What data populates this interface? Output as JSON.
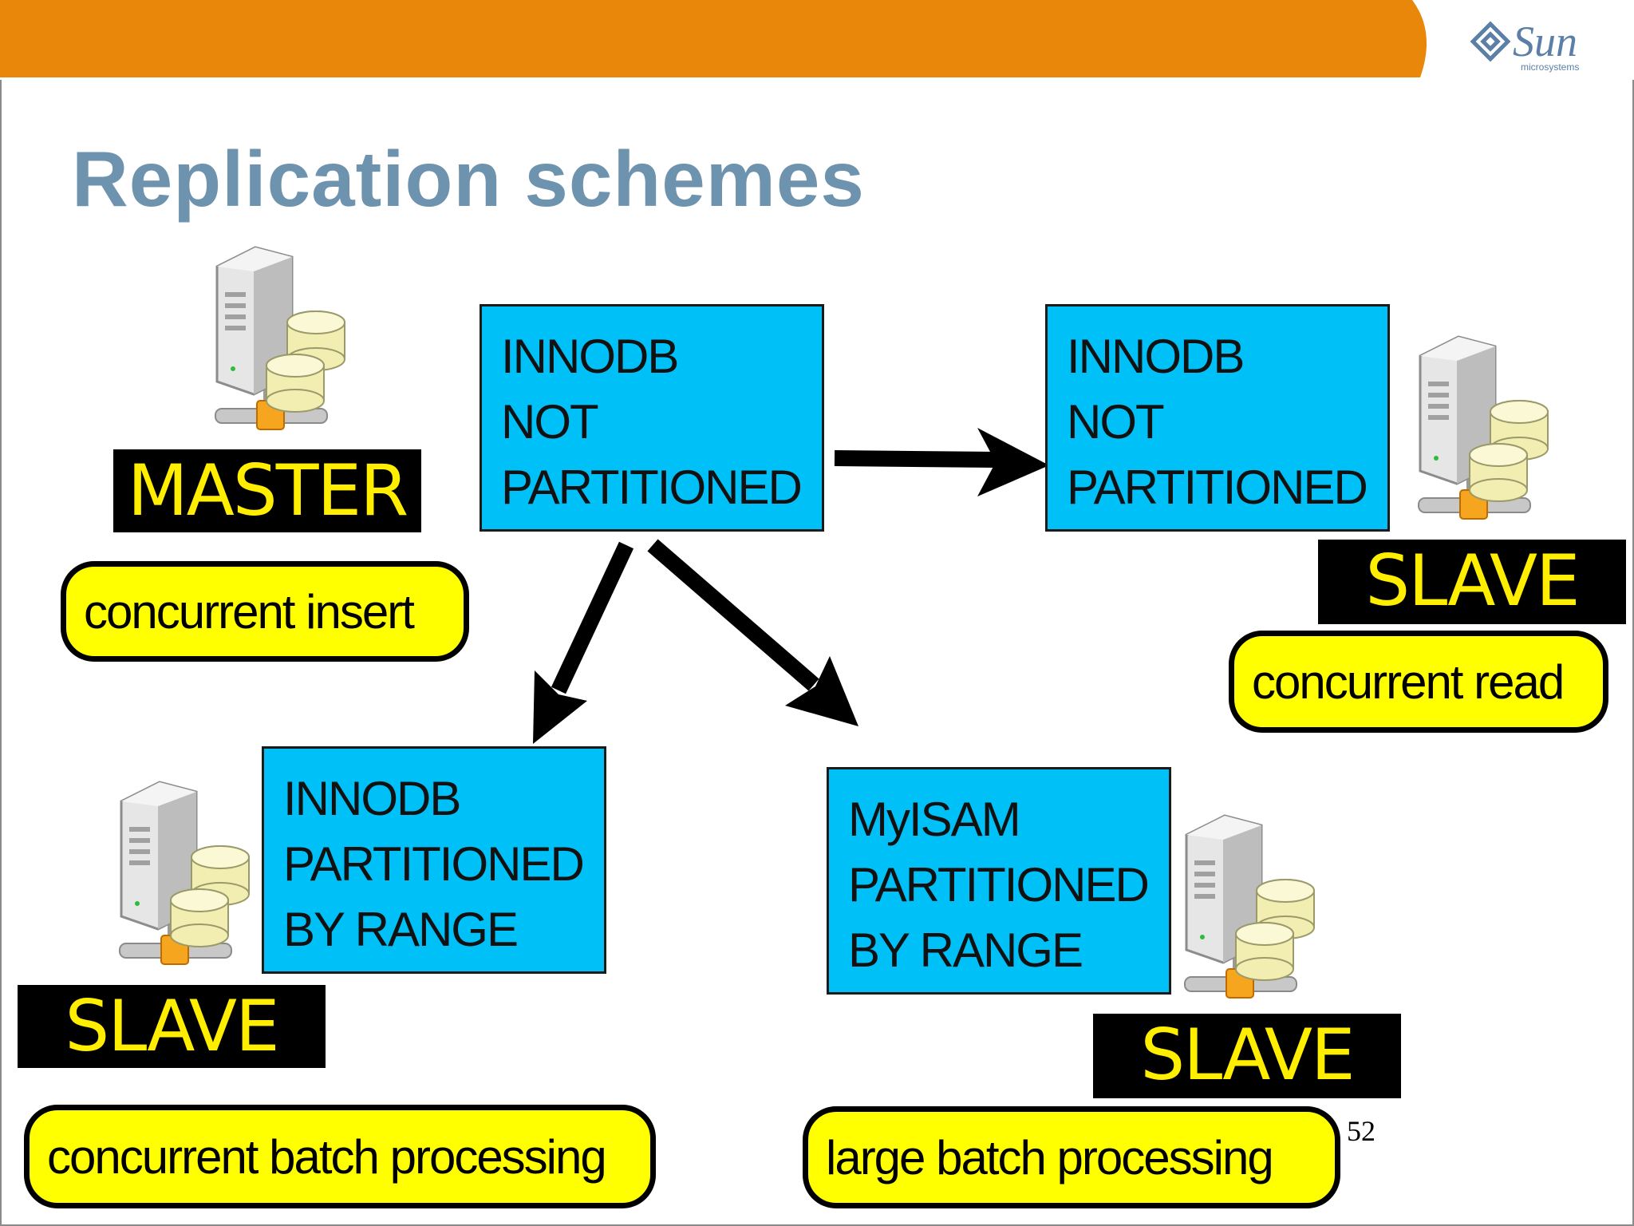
{
  "header": {
    "brand_color": "#e8870a"
  },
  "logo": {
    "text": "Sun",
    "subtext": "microsystems"
  },
  "title": "Replication schemes",
  "boxes": {
    "master_engine": [
      "INNODB",
      "NOT",
      "PARTITIONED"
    ],
    "slave_read": [
      "INNODB",
      "NOT",
      "PARTITIONED"
    ],
    "slave_batch": [
      "INNODB",
      "PARTITIONED",
      "BY RANGE"
    ],
    "slave_large": [
      "MyISAM",
      "PARTITIONED",
      "BY RANGE"
    ]
  },
  "roles": {
    "master": "MASTER",
    "slave_read": "SLAVE",
    "slave_batch": "SLAVE",
    "slave_large": "SLAVE"
  },
  "notes": {
    "master": "concurrent insert",
    "slave_read": "concurrent read",
    "slave_batch": "concurrent batch processing",
    "slave_large": "large batch processing"
  },
  "page_number": "52",
  "icons": [
    "database-server-icon"
  ],
  "colors": {
    "box_fill": "#00c0f8",
    "role_text": "#ffee00",
    "note_fill": "#ffff00",
    "title": "#6d93ae"
  }
}
